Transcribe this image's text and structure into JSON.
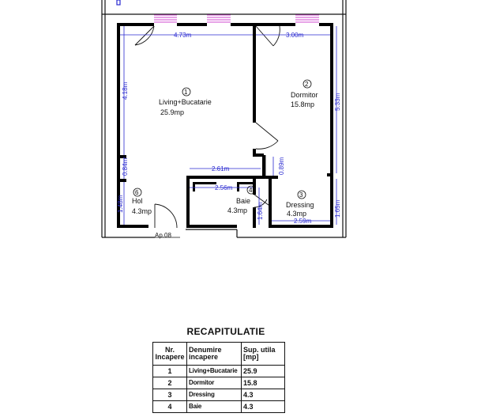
{
  "plan": {
    "apartment_label": "Ap.08",
    "colors": {
      "wall": "#111111",
      "wall_fill": "#000000",
      "dimension": "#2a2ad0",
      "window": "#d24ad2"
    },
    "rooms": [
      {
        "number": "1",
        "name": "Living+Bucatarie",
        "area": "25.9mp"
      },
      {
        "number": "2",
        "name": "Dormitor",
        "area": "15.8mp"
      },
      {
        "number": "3",
        "name": "Dressing",
        "area": "4.3mp"
      },
      {
        "number": "4",
        "name": "Baie",
        "area": "4.3mp"
      },
      {
        "number": "6",
        "name": "Hol",
        "area": "4.3mp"
      }
    ],
    "dimensions": {
      "living_width": "4.73m",
      "bedroom_width": "3.00m",
      "living_height": "4.18m",
      "bedroom_height": "5.33m",
      "hol_upper": "0.84m",
      "hol_height": "1.48m",
      "bath_top": "2.61m",
      "bath_width": "2.56m",
      "bath_height": "1.64m",
      "dressing_door": "0.89m",
      "dressing_height": "1.65m",
      "dressing_width": "2.59m"
    }
  },
  "recap": {
    "title": "RECAPITULATIE",
    "headers": {
      "nr": [
        "Nr.",
        "Incapere"
      ],
      "name": [
        "Denumire",
        "incapere"
      ],
      "area": [
        "Sup. utila",
        "[mp]"
      ]
    },
    "rows": [
      {
        "nr": "1",
        "name": "Living+Bucatarie",
        "area": "25.9"
      },
      {
        "nr": "2",
        "name": "Dormitor",
        "area": "15.8"
      },
      {
        "nr": "3",
        "name": "Dressing",
        "area": "4.3"
      },
      {
        "nr": "4",
        "name": "Baie",
        "area": "4.3"
      }
    ]
  }
}
